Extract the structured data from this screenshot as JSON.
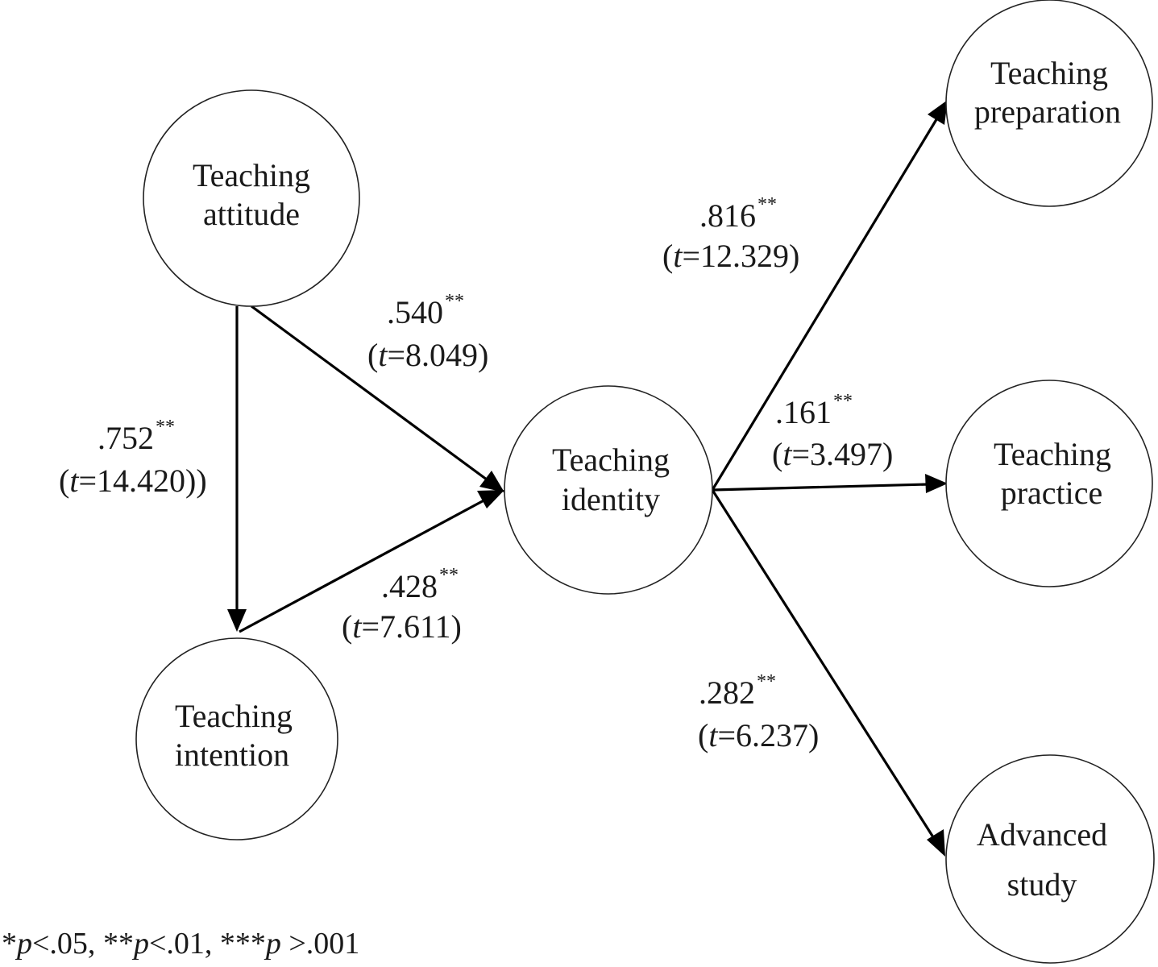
{
  "nodes": [
    {
      "id": "attitude",
      "lines": [
        "Teaching",
        "attitude"
      ]
    },
    {
      "id": "intention",
      "lines": [
        "Teaching",
        "intention"
      ]
    },
    {
      "id": "identity",
      "lines": [
        "Teaching",
        "identity"
      ]
    },
    {
      "id": "preparation",
      "lines": [
        "Teaching",
        "preparation"
      ]
    },
    {
      "id": "practice",
      "lines": [
        "Teaching",
        "practice"
      ]
    },
    {
      "id": "advanced",
      "lines": [
        "Advanced",
        "study"
      ]
    }
  ],
  "edges": [
    {
      "from": "attitude",
      "to": "identity",
      "coef": ".540",
      "sig": "**",
      "t_prefix": "(",
      "t_var": "t",
      "t_rest": "=8.049)"
    },
    {
      "from": "attitude",
      "to": "intention",
      "coef": ".752",
      "sig": "**",
      "t_prefix": "(",
      "t_var": "t",
      "t_rest": "=14.420))"
    },
    {
      "from": "intention",
      "to": "identity",
      "coef": ".428",
      "sig": "**",
      "t_prefix": "(",
      "t_var": "t",
      "t_rest": "=7.611)"
    },
    {
      "from": "identity",
      "to": "preparation",
      "coef": ".816",
      "sig": "**",
      "t_prefix": "(",
      "t_var": "t",
      "t_rest": "=12.329)"
    },
    {
      "from": "identity",
      "to": "practice",
      "coef": ".161",
      "sig": "**",
      "t_prefix": "(",
      "t_var": "t",
      "t_rest": "=3.497)"
    },
    {
      "from": "identity",
      "to": "advanced",
      "coef": ".282",
      "sig": "**",
      "t_prefix": "(",
      "t_var": "t",
      "t_rest": "=6.237)"
    }
  ],
  "footnote": {
    "p1_stars": "*",
    "p1_var": "p",
    "p1_rest": "<.05, ",
    "p2_stars": "**",
    "p2_var": "p",
    "p2_rest": "<.01, ",
    "p3_stars": "***",
    "p3_var": "p",
    "p3_rest": " >.001"
  }
}
